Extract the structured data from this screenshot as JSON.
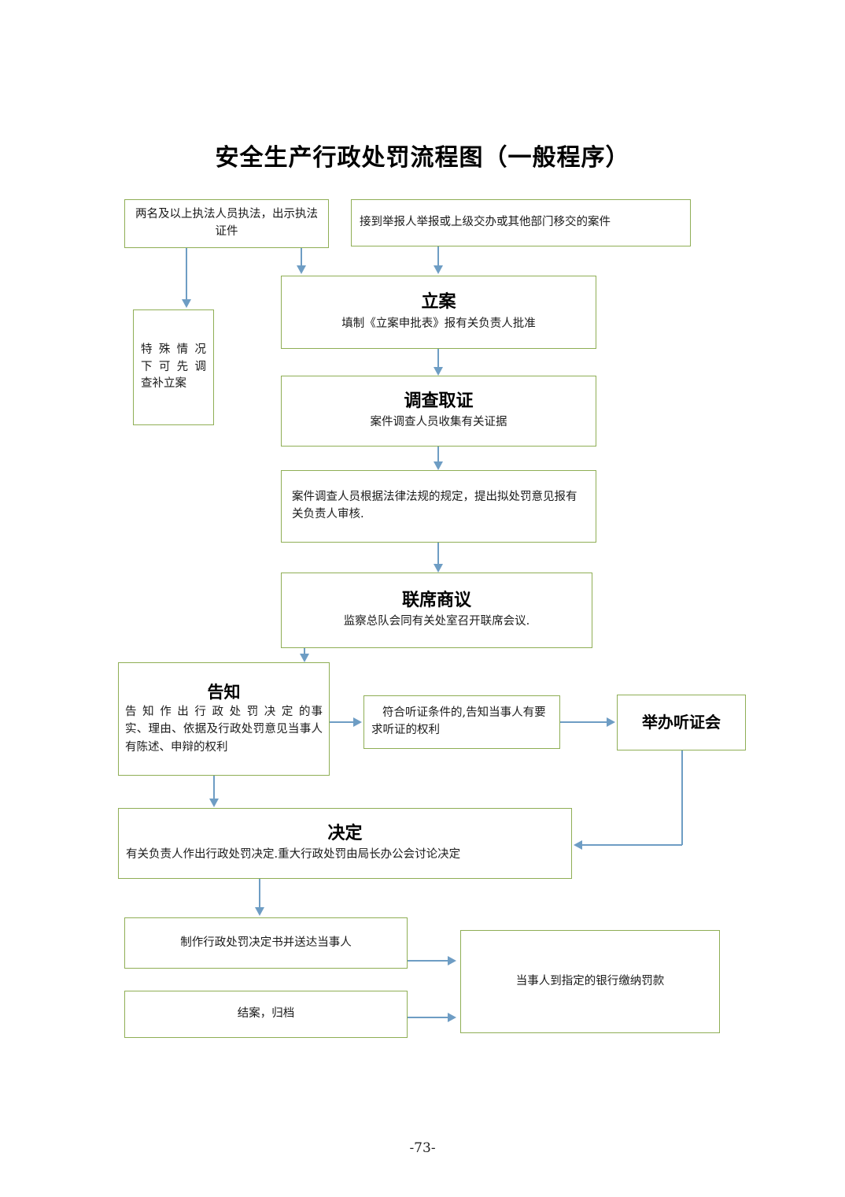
{
  "document": {
    "title": "安全生产行政处罚流程图（一般程序）",
    "page_number": "-73-"
  },
  "colors": {
    "node_border": "#8FAE55",
    "connector": "#6E9DC4",
    "background": "#FFFFFF",
    "text": "#1A1A1A"
  },
  "chart_data": {
    "type": "flowchart",
    "title": "安全生产行政处罚流程图（一般程序）",
    "nodes": [
      {
        "id": "n1",
        "heading": "",
        "text": "两名及以上执法人员执法，出示执法证件"
      },
      {
        "id": "n2",
        "heading": "",
        "text": "接到举报人举报或上级交办或其他部门移交的案件"
      },
      {
        "id": "n3",
        "heading": "",
        "text": "特 殊 情 况 下 可 先 调查补立案"
      },
      {
        "id": "n4",
        "heading": "立案",
        "text": "填制《立案申批表》报有关负责人批准"
      },
      {
        "id": "n5",
        "heading": "调查取证",
        "text": "案件调查人员收集有关证据"
      },
      {
        "id": "n6",
        "heading": "",
        "text": "案件调查人员根据法律法规的规定，提出拟处罚意见报有关负责人审核."
      },
      {
        "id": "n7",
        "heading": "联席商议",
        "text": "监察总队会同有关处室召开联席会议."
      },
      {
        "id": "n8",
        "heading": "告知",
        "text": "告 知 作 出 行 政 处 罚 决 定 的事 实、理由、依据及行政处罚意见当事人有陈述、申辩的权利"
      },
      {
        "id": "n9",
        "heading": "",
        "text": "符合听证条件的,告知当事人有要求听证的权利"
      },
      {
        "id": "n10",
        "heading": "举办听证会",
        "text": ""
      },
      {
        "id": "n11",
        "heading": "决定",
        "text": "有关负责人作出行政处罚决定.重大行政处罚由局长办公会讨论决定"
      },
      {
        "id": "n12",
        "heading": "",
        "text": "制作行政处罚决定书并送达当事人"
      },
      {
        "id": "n13",
        "heading": "",
        "text": "结案，归档"
      },
      {
        "id": "n14",
        "heading": "",
        "text": "当事人到指定的银行缴纳罚款"
      }
    ],
    "edges": [
      {
        "from": "n1",
        "to": "n3",
        "style": "arrow-down"
      },
      {
        "from": "n1",
        "to": "n4",
        "style": "arrow-down"
      },
      {
        "from": "n2",
        "to": "n4",
        "style": "arrow-down"
      },
      {
        "from": "n4",
        "to": "n5",
        "style": "arrow-down"
      },
      {
        "from": "n5",
        "to": "n6",
        "style": "arrow-down"
      },
      {
        "from": "n6",
        "to": "n7",
        "style": "arrow-down"
      },
      {
        "from": "n7",
        "to": "n8",
        "style": "arrow-down"
      },
      {
        "from": "n8",
        "to": "n9",
        "style": "arrow-right"
      },
      {
        "from": "n9",
        "to": "n10",
        "style": "arrow-right"
      },
      {
        "from": "n8",
        "to": "n11",
        "style": "arrow-down"
      },
      {
        "from": "n10",
        "to": "n11",
        "style": "arrow-left"
      },
      {
        "from": "n11",
        "to": "n12",
        "style": "arrow-down"
      },
      {
        "from": "n12",
        "to": "n14",
        "style": "arrow-right"
      },
      {
        "from": "n13",
        "to": "n14",
        "style": "arrow-right"
      }
    ]
  }
}
